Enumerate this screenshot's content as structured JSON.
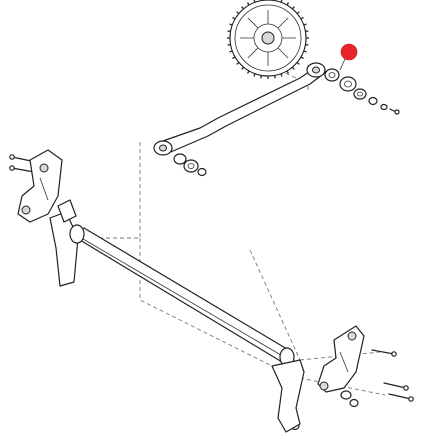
{
  "highlight": {
    "color": "#e8232a",
    "shape": "filled-circle"
  },
  "parts": [
    {
      "name": "sprocket-gear-icon"
    },
    {
      "name": "drag-link-rod"
    },
    {
      "name": "washer-set-upper"
    },
    {
      "name": "washer-set-lower"
    },
    {
      "name": "left-spindle-bracket"
    },
    {
      "name": "right-spindle-bracket"
    },
    {
      "name": "front-axle-bar"
    },
    {
      "name": "bolt-fasteners"
    }
  ]
}
